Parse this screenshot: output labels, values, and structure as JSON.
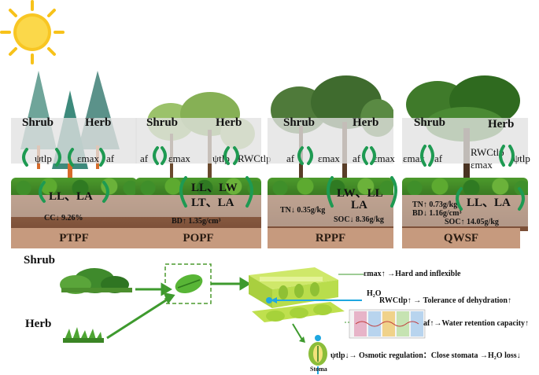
{
  "sites": [
    {
      "name": "PTPF",
      "shrub": "Shrub",
      "herb": "Herb",
      "trait_1": "ψtlp",
      "trait_2": "εmax",
      "trait_3": "af",
      "leaf_1": "LL、LA",
      "soil": "CC↓ 9.26%"
    },
    {
      "name": "POPF",
      "shrub": "Shrub",
      "herb": "Herb",
      "trait_1": "af",
      "trait_2": "εmax",
      "trait_3": "ψtlp",
      "trait_4": "RWCtlp",
      "leaf_1": "LL、LW",
      "leaf_2": "LT、LA",
      "soil": "BD↑ 1.35g/cm³"
    },
    {
      "name": "RPPF",
      "shrub": "Shrub",
      "herb": "Herb",
      "trait_1": "af",
      "trait_2": "εmax",
      "trait_3": "af",
      "trait_4": "εmax",
      "leaf_1": "LW、LL",
      "leaf_2": "LA",
      "soil_1": "TN↓ 0.35g/kg",
      "soil_2": "SOC↓ 8.36g/kg"
    },
    {
      "name": "QWSF",
      "shrub": "Shrub",
      "herb": "Herb",
      "trait_1": "εmax",
      "trait_2": "af",
      "trait_3": "RWCtlp",
      "trait_4": "εmax",
      "trait_5": "ψtlp",
      "leaf_1": "LL、LA",
      "soil_1": "TN↑ 0.73g/kg",
      "soil_2": "BD↓ 1.16g/cm³",
      "soil_3": "SOC↑ 14.05g/kg"
    }
  ],
  "lower": {
    "shrub_label": "Shrub",
    "herb_label": "Herb",
    "effect_1": "εmax↑ →Hard and inflexible",
    "effect_2": "RWCtlp↑ → Tolerance of dehydration↑",
    "water_label": "H₂O",
    "effect_3": "af↑→Water retention capacity↑",
    "effect_4": "ψtlp↓→ Osmotic regulation：Close stomata →H₂O loss↓",
    "stoma_label": "Stoma"
  },
  "colors": {
    "arrow": "#1e9a52",
    "soil_bar": "#c69a7e",
    "sun": "#f7c21a",
    "water": "#1fa7e0"
  }
}
